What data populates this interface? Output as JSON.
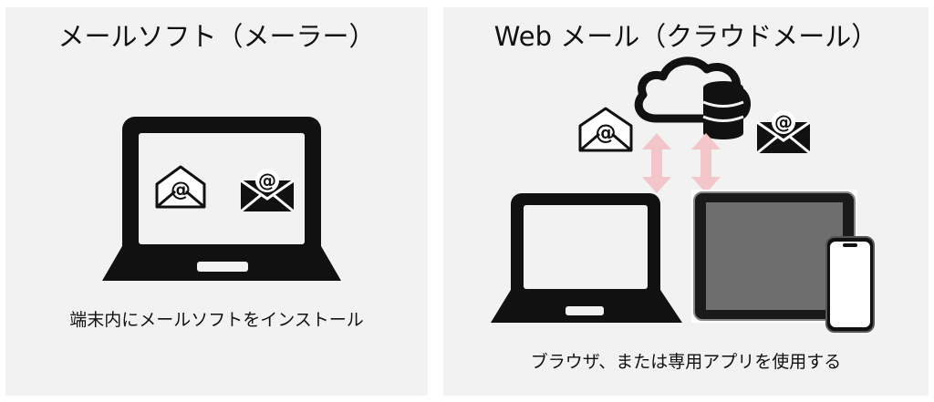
{
  "left_panel": {
    "title": "メールソフト（メーラー）",
    "caption": "端末内にメールソフトをインストール"
  },
  "right_panel": {
    "title": "Web メール（クラウドメール）",
    "caption": "ブラウザ、または専用アプリを使用する"
  },
  "icons": {
    "at_symbol": "@"
  },
  "colors": {
    "panel_bg": "#f2f2f2",
    "device": "#111111",
    "arrow": "#f3c6c9",
    "tablet_screen": "#6e6e6e"
  }
}
